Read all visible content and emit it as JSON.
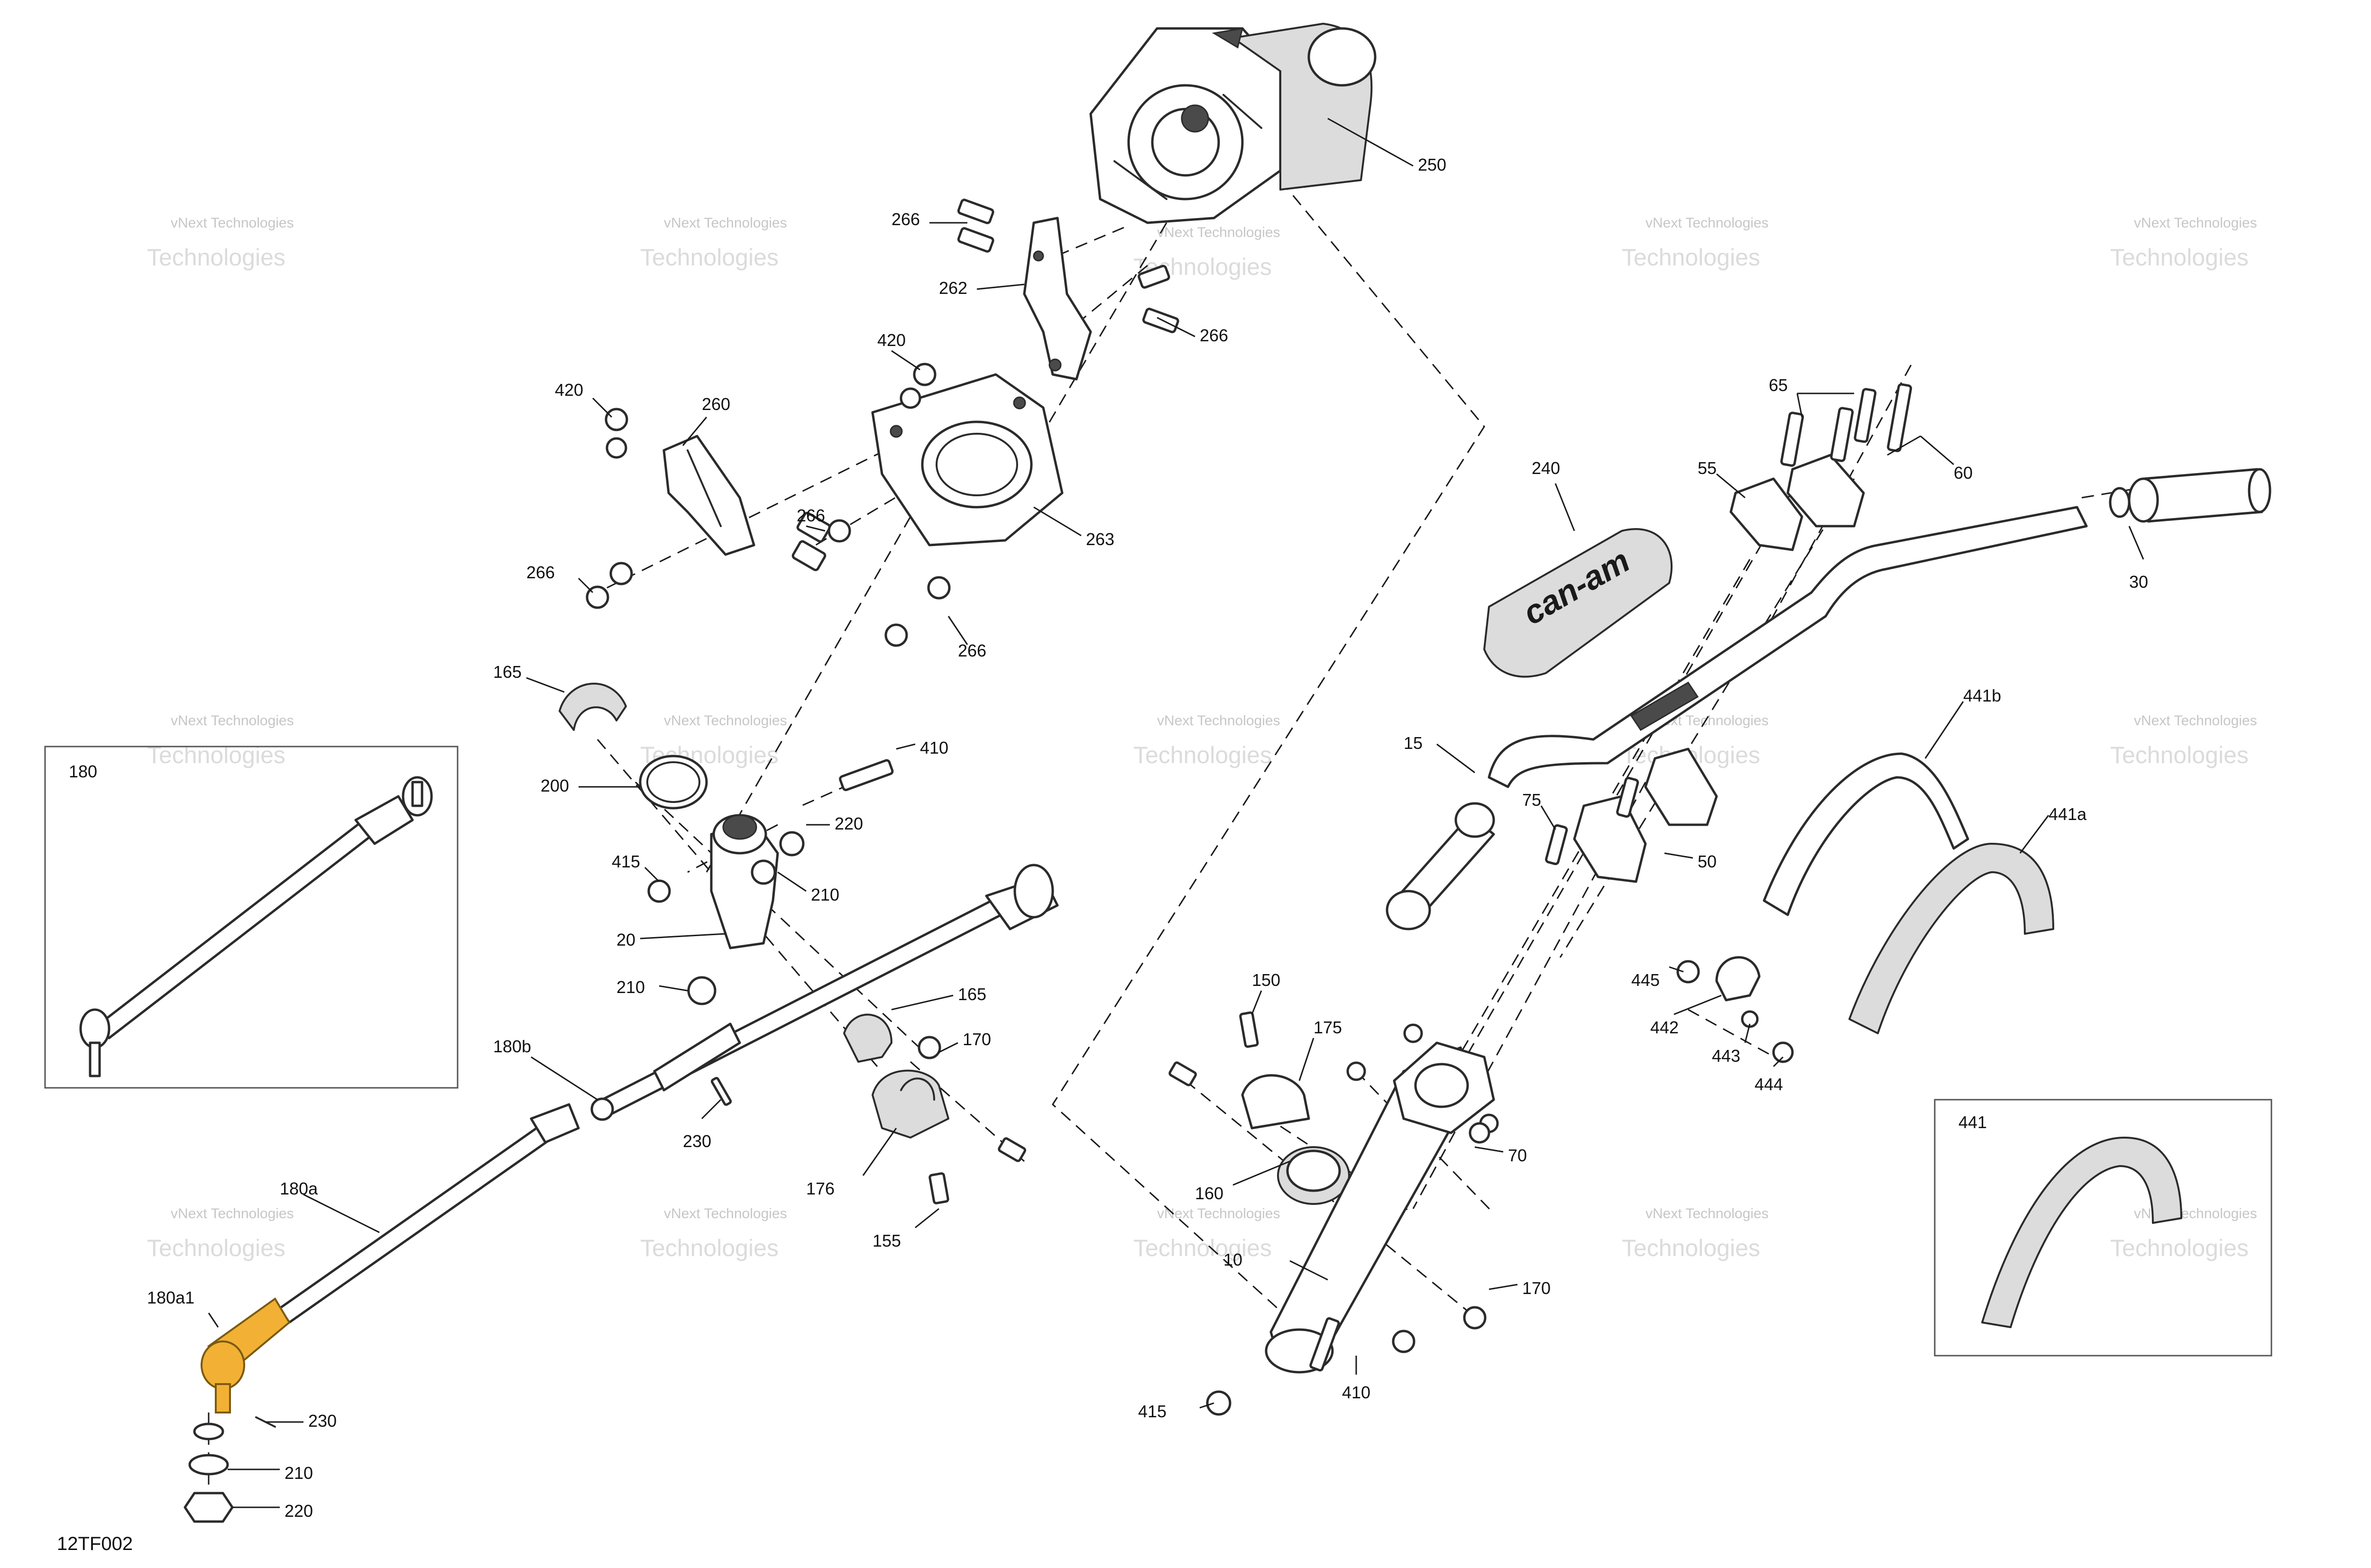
{
  "figure_code": "12TF002",
  "watermark": {
    "line1": "vNext Technologies",
    "line2": "Technologies"
  },
  "brand_logo": "can-am",
  "highlight_color": "#f2b134",
  "callouts": {
    "c250": "250",
    "c266a": "266",
    "c262": "262",
    "c266b": "266",
    "c420a": "420",
    "c420b": "420",
    "c260": "260",
    "c266c": "266",
    "c263": "263",
    "c266d": "266",
    "c266e": "266",
    "c165a": "165",
    "c410a": "410",
    "c200": "200",
    "c220a": "220",
    "c415a": "415",
    "c210a": "210",
    "c20": "20",
    "c210b": "210",
    "c165b": "165",
    "c170a": "170",
    "c180b": "180b",
    "c230a": "230",
    "c176": "176",
    "c155": "155",
    "c180": "180",
    "c180a": "180a",
    "c180a1": "180a1",
    "c230b": "230",
    "c210c": "210",
    "c220b": "220",
    "c65": "65",
    "c60": "60",
    "c240": "240",
    "c55": "55",
    "c30": "30",
    "c15": "15",
    "c441b": "441b",
    "c441a": "441a",
    "c75": "75",
    "c50": "50",
    "c445": "445",
    "c442": "442",
    "c443": "443",
    "c444": "444",
    "c150": "150",
    "c175": "175",
    "c160": "160",
    "c70": "70",
    "c10": "10",
    "c170b": "170",
    "c410b": "410",
    "c415b": "415",
    "c441": "441"
  }
}
